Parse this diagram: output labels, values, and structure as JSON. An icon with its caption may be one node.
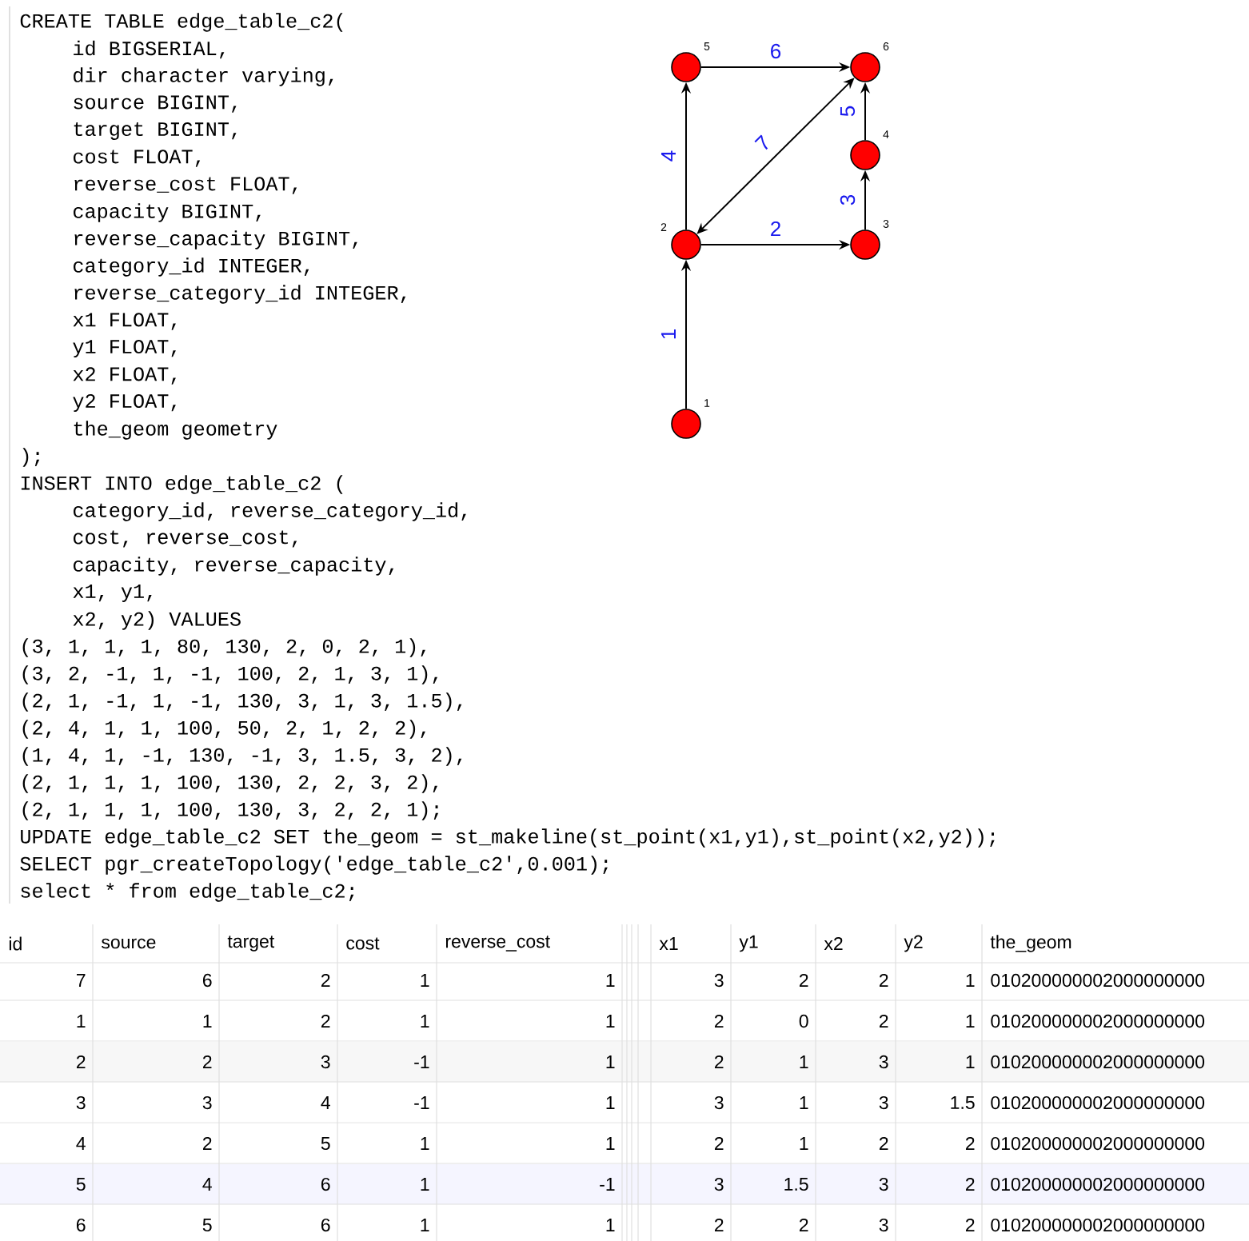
{
  "diagram": {
    "nodes": [
      {
        "text": [],
        "shape": "circle",
        "beside": [
          "5"
        ]
      },
      {
        "text": [],
        "shape": "circle",
        "beside": [
          "6"
        ]
      },
      {
        "text": [],
        "shape": "circle",
        "beside": [
          "4"
        ]
      },
      {
        "text": [],
        "shape": "circle",
        "beside": [
          "2"
        ]
      },
      {
        "text": [],
        "shape": "circle",
        "beside": [
          "3"
        ]
      },
      {
        "text": [],
        "shape": "circle",
        "beside": [
          "1"
        ]
      }
    ],
    "edges": [
      {
        "from": 5,
        "to": 3,
        "arrow": "to",
        "label": "1"
      },
      {
        "from": 3,
        "to": 4,
        "arrow": "to",
        "label": "2"
      },
      {
        "from": 4,
        "to": 2,
        "arrow": "to",
        "label": "3"
      },
      {
        "from": 3,
        "to": 0,
        "arrow": "to",
        "label": "4"
      },
      {
        "from": 2,
        "to": 1,
        "arrow": "to",
        "label": "5"
      },
      {
        "from": 0,
        "to": 1,
        "arrow": "to",
        "label": "6"
      },
      {
        "from": 1,
        "to": 3,
        "arrow": "both",
        "label": "7"
      }
    ],
    "labels": [
      "CREATE TABLE edge_table_c2(",
      "id BIGSERIAL,",
      "dir character varying,",
      "source BIGINT,",
      "target BIGINT,",
      "cost FLOAT,",
      "reverse_cost FLOAT,",
      "capacity BIGINT,",
      "reverse_capacity BIGINT,",
      "category_id INTEGER,",
      "reverse_category_id INTEGER,",
      "x1 FLOAT,",
      "y1 FLOAT,",
      "x2 FLOAT,",
      "y2 FLOAT,",
      "the_geom geometry",
      ");",
      "INSERT INTO edge_table_c2 (",
      "category_id, reverse_category_id,",
      "cost, reverse_cost,",
      "capacity, reverse_capacity,",
      "x1, y1,",
      "x2, y2) VALUES",
      "(3, 1, 1, 1, 80, 130, 2, 0, 2, 1),",
      "(3, 2, -1, 1, -1, 100, 2, 1, 3, 1),",
      "(2, 1, -1, 1, -1, 130, 3, 1, 3, 1.5),",
      "(2, 4, 1, 1, 100, 50, 2, 1, 2, 2),",
      "(1, 4, 1, -1, 130, -1, 3, 1.5, 3, 2),",
      "(2, 1, 1, 1, 100, 130, 2, 2, 3, 2),",
      "(2, 1, 1, 1, 100, 130, 3, 2, 2, 1);",
      "UPDATE edge_table_c2 SET the_geom = st_makeline(st_point(x1,y1),st_point(x2,y2));",
      "SELECT pgr_createTopology('edge_table_c2',0.001);",
      "select * from edge_table_c2;",
      "id",
      "source",
      "target",
      "cost",
      "reverse_cost",
      "x1",
      "y1",
      "x2",
      "y2",
      "the_geom",
      "7",
      "6",
      "2",
      "1",
      "1",
      "3",
      "2",
      "2",
      "1",
      "010200000002000000000",
      "1",
      "1",
      "2",
      "1",
      "1",
      "2",
      "0",
      "2",
      "1",
      "010200000002000000000",
      "2",
      "2",
      "3",
      "-1",
      "1",
      "2",
      "1",
      "3",
      "1",
      "010200000002000000000",
      "3",
      "3",
      "4",
      "-1",
      "1",
      "3",
      "1",
      "3",
      "1.5",
      "010200000002000000000",
      "4",
      "2",
      "5",
      "1",
      "1",
      "2",
      "1",
      "2",
      "2",
      "010200000002000000000",
      "5",
      "4",
      "6",
      "1",
      "-1",
      "3",
      "1.5",
      "3",
      "2",
      "010200000002000000000",
      "6",
      "5",
      "6",
      "1",
      "1",
      "2",
      "2",
      "3",
      "2",
      "010200000002000000000"
    ]
  }
}
